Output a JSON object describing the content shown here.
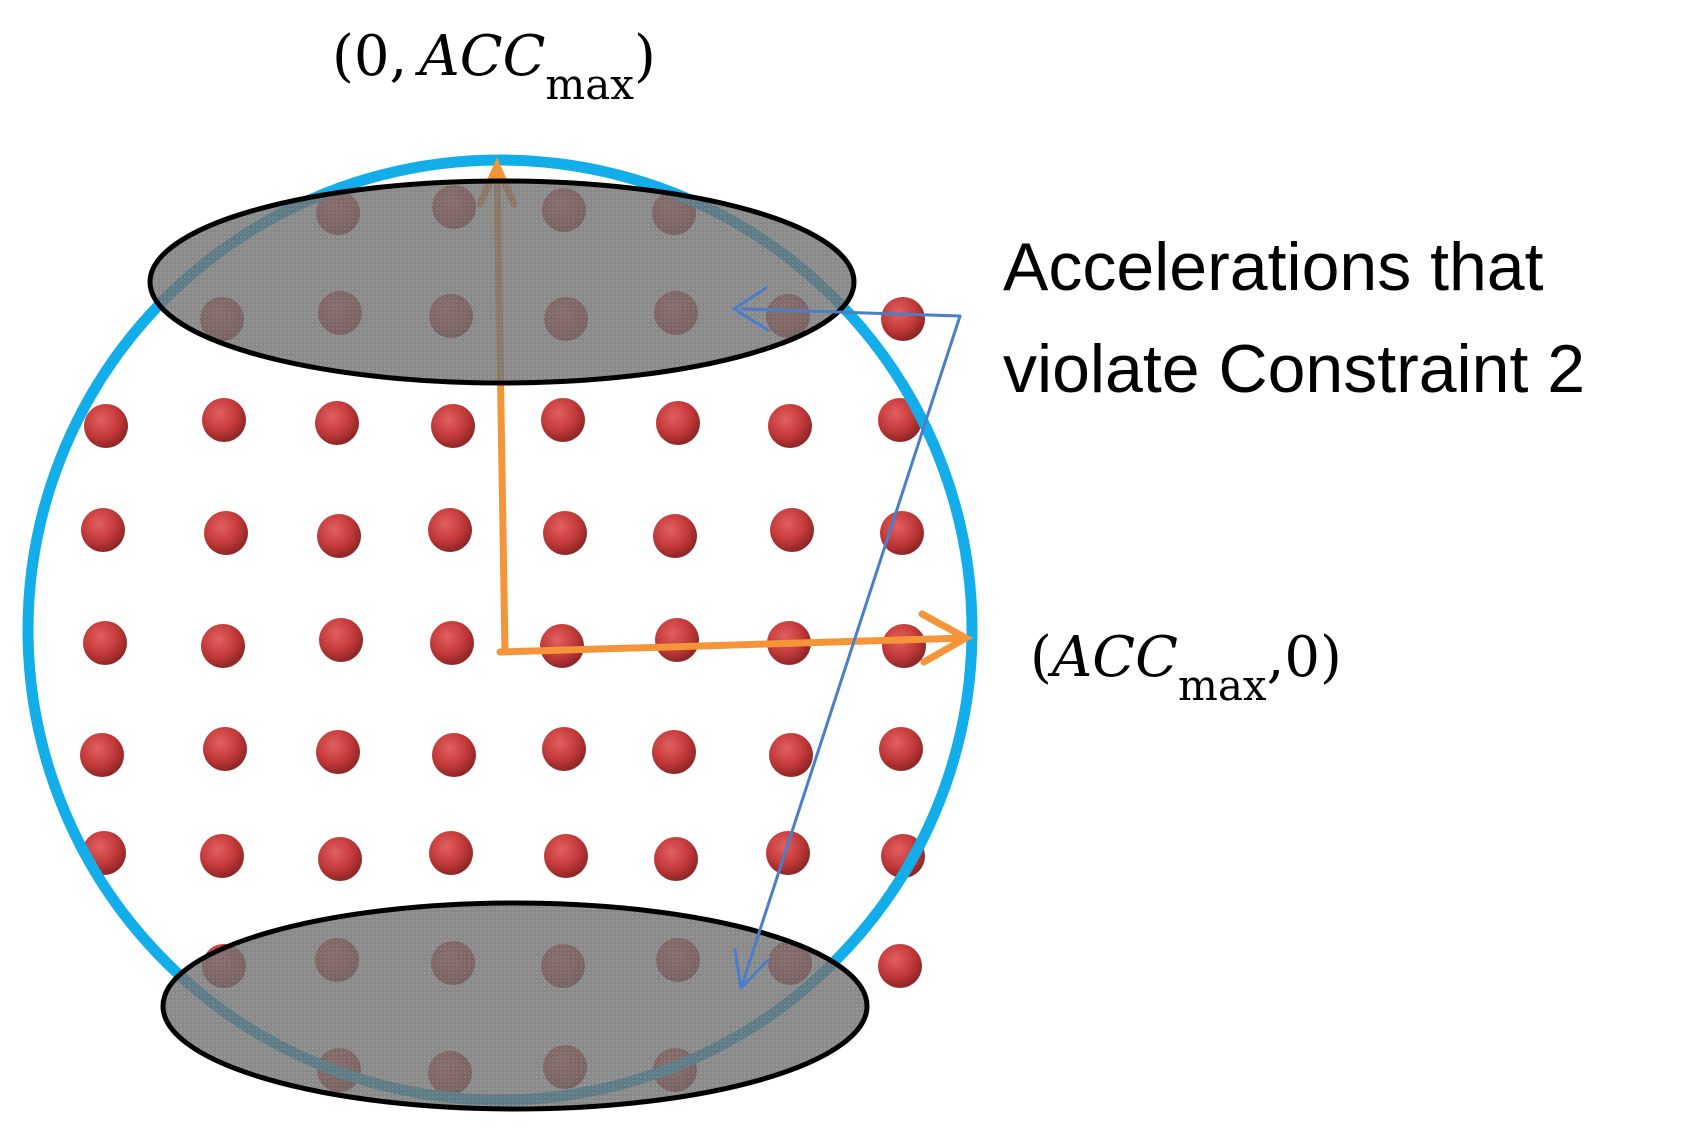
{
  "labels": {
    "top_axis": {
      "open": "(0,",
      "var": "ACC",
      "sub": "max",
      "close": ")"
    },
    "right_axis": {
      "open": "(",
      "var": "ACC",
      "sub": "max",
      "close": ",0)"
    },
    "annotation_line1": "Accelerations that",
    "annotation_line2": "violate Constraint 2"
  },
  "colors": {
    "circle": "#13aeea",
    "axes": "#f5953a",
    "dots": "#c43a3a",
    "pointer": "#4a7ec8",
    "ellipse_fill": "#6e6e6e",
    "ellipse_stroke": "#000000"
  },
  "grid": {
    "rows": 9,
    "cols": 8
  }
}
